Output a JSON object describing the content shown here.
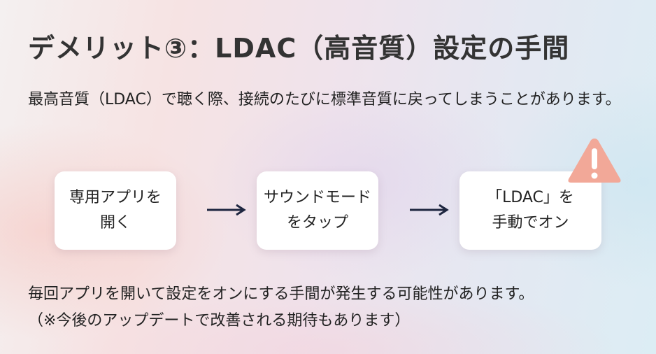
{
  "title": "デメリット③：LDAC（高音質）設定の手間",
  "description": "最高音質（LDAC）で聴く際、接続のたびに標準音質に戻ってしまうことがあります。",
  "steps": [
    {
      "line1": "専用アプリを",
      "line2": "開く"
    },
    {
      "line1": "サウンドモード",
      "line2": "をタップ"
    },
    {
      "line1": "「LDAC」を",
      "line2": "手動でオン"
    }
  ],
  "note": {
    "line1": "毎回アプリを開いて設定をオンにする手間が発生する可能性があります。",
    "line2": "（※今後のアップデートで改善される期待もあります）"
  },
  "colors": {
    "warning": "#f2a898",
    "arrow": "#1e2640"
  }
}
